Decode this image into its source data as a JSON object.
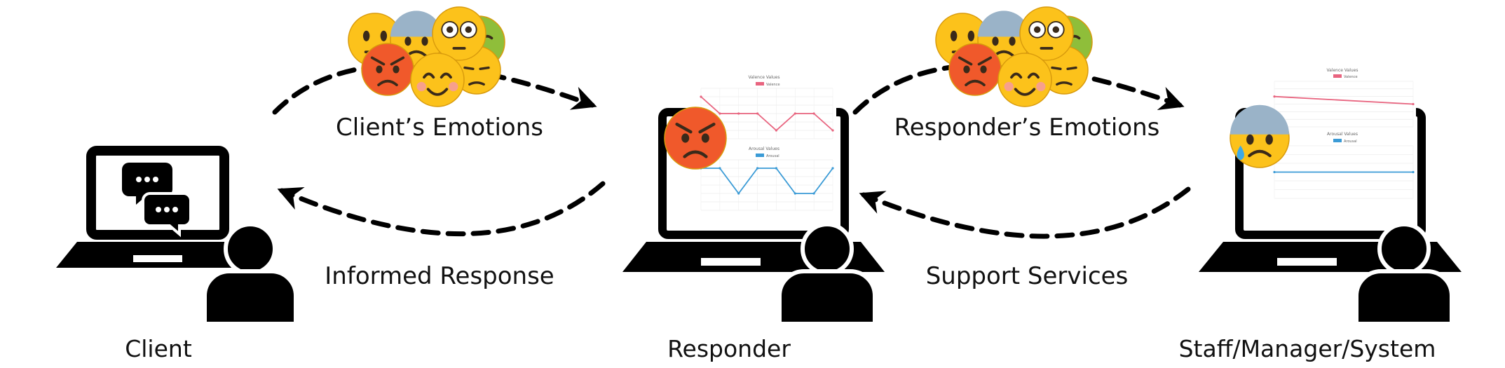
{
  "actors": {
    "client": "Client",
    "responder": "Responder",
    "staff": "Staff/Manager/System"
  },
  "flows": {
    "client_emotions": "Client’s Emotions",
    "informed_response": "Informed Response",
    "responder_emotions": "Responder’s Emotions",
    "support_services": "Support Services"
  },
  "charts": {
    "valence_title": "Valence Values",
    "valence_legend": "Valence",
    "arousal_title": "Arousal Values",
    "arousal_legend": "Arousal"
  },
  "chart_data": [
    {
      "type": "line",
      "title": "Valence Values",
      "series": [
        {
          "name": "Valence",
          "values": [
            2,
            0,
            0,
            0,
            -2,
            0,
            0,
            -2
          ]
        }
      ],
      "ylim": [
        -3,
        3
      ],
      "color": "#e8647f"
    },
    {
      "type": "line",
      "title": "Arousal Values",
      "series": [
        {
          "name": "Arousal",
          "values": [
            2,
            2,
            -1,
            2,
            2,
            -1,
            -1,
            2
          ]
        }
      ],
      "ylim": [
        -3,
        3
      ],
      "color": "#3b9bd6"
    },
    {
      "type": "line",
      "title": "Valence Values",
      "series": [
        {
          "name": "Valence",
          "values": [
            1,
            0
          ]
        }
      ],
      "ylim": [
        -3,
        3
      ],
      "color": "#e8647f"
    },
    {
      "type": "line",
      "title": "Arousal Values",
      "series": [
        {
          "name": "Arousal",
          "values": [
            0,
            0
          ]
        }
      ],
      "ylim": [
        -3,
        3
      ],
      "color": "#3b9bd6"
    }
  ],
  "colors": {
    "ink": "#000000",
    "emoji_yellow": "#fcc21b",
    "emoji_angry": "#f0592b",
    "emoji_sick": "#8fbe3a",
    "emoji_blue": "#9ab3c8",
    "valence": "#e8647f",
    "arousal": "#3b9bd6"
  },
  "icons": {
    "client_device": "laptop-chat-icon",
    "responder_device": "laptop-chart-icon",
    "staff_device": "laptop-chart-icon",
    "person": "person-icon",
    "emotion": "emoji-face-icon"
  }
}
